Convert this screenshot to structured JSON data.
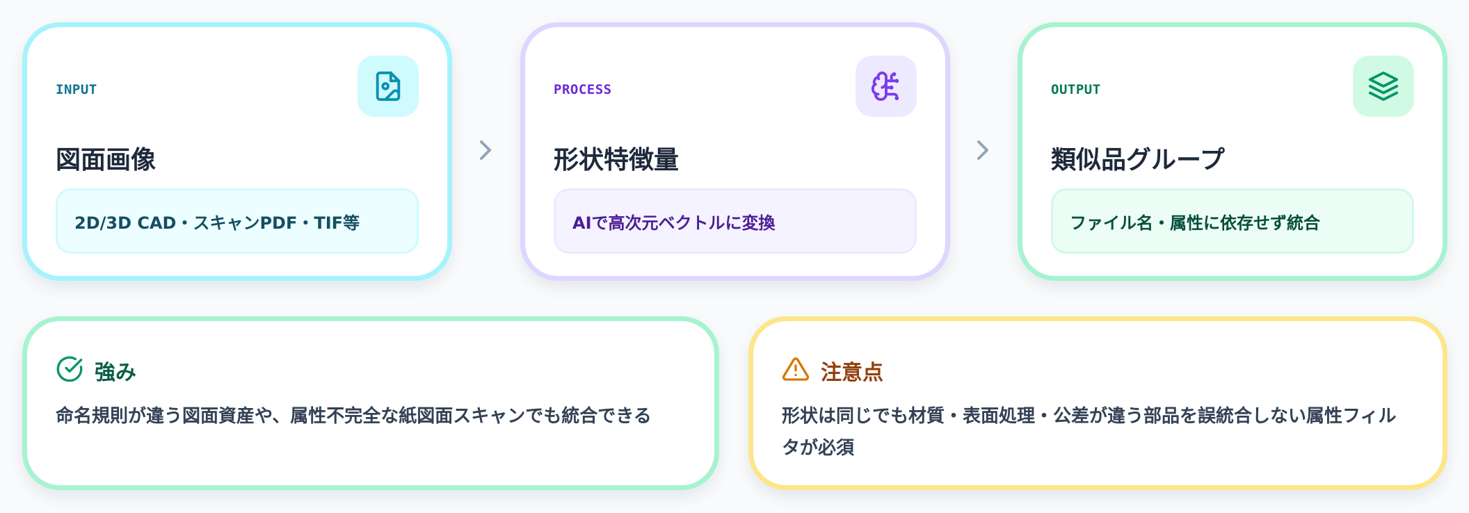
{
  "flow": {
    "steps": [
      {
        "label": "INPUT",
        "title": "図面画像",
        "description": "2D/3D CAD・スキャンPDF・TIF等",
        "icon": "file-image-icon",
        "accent": "#0e7490"
      },
      {
        "label": "PROCESS",
        "title": "形状特徴量",
        "description": "AIで高次元ベクトルに変換",
        "icon": "brain-circuit-icon",
        "accent": "#6d28d9"
      },
      {
        "label": "OUTPUT",
        "title": "類似品グループ",
        "description": "ファイル名・属性に依存せず統合",
        "icon": "layers-icon",
        "accent": "#047857"
      }
    ],
    "connector_icon": "chevron-right-icon"
  },
  "notes": {
    "strength": {
      "title": "強み",
      "body": "命名規則が違う図面資産や、属性不完全な紙図面スキャンでも統合できる",
      "icon": "check-circle-icon",
      "accent": "#059669"
    },
    "caution": {
      "title": "注意点",
      "body": "形状は同じでも材質・表面処理・公差が違う部品を誤統合しない属性フィルタが必須",
      "icon": "warning-triangle-icon",
      "accent": "#d97706"
    }
  }
}
